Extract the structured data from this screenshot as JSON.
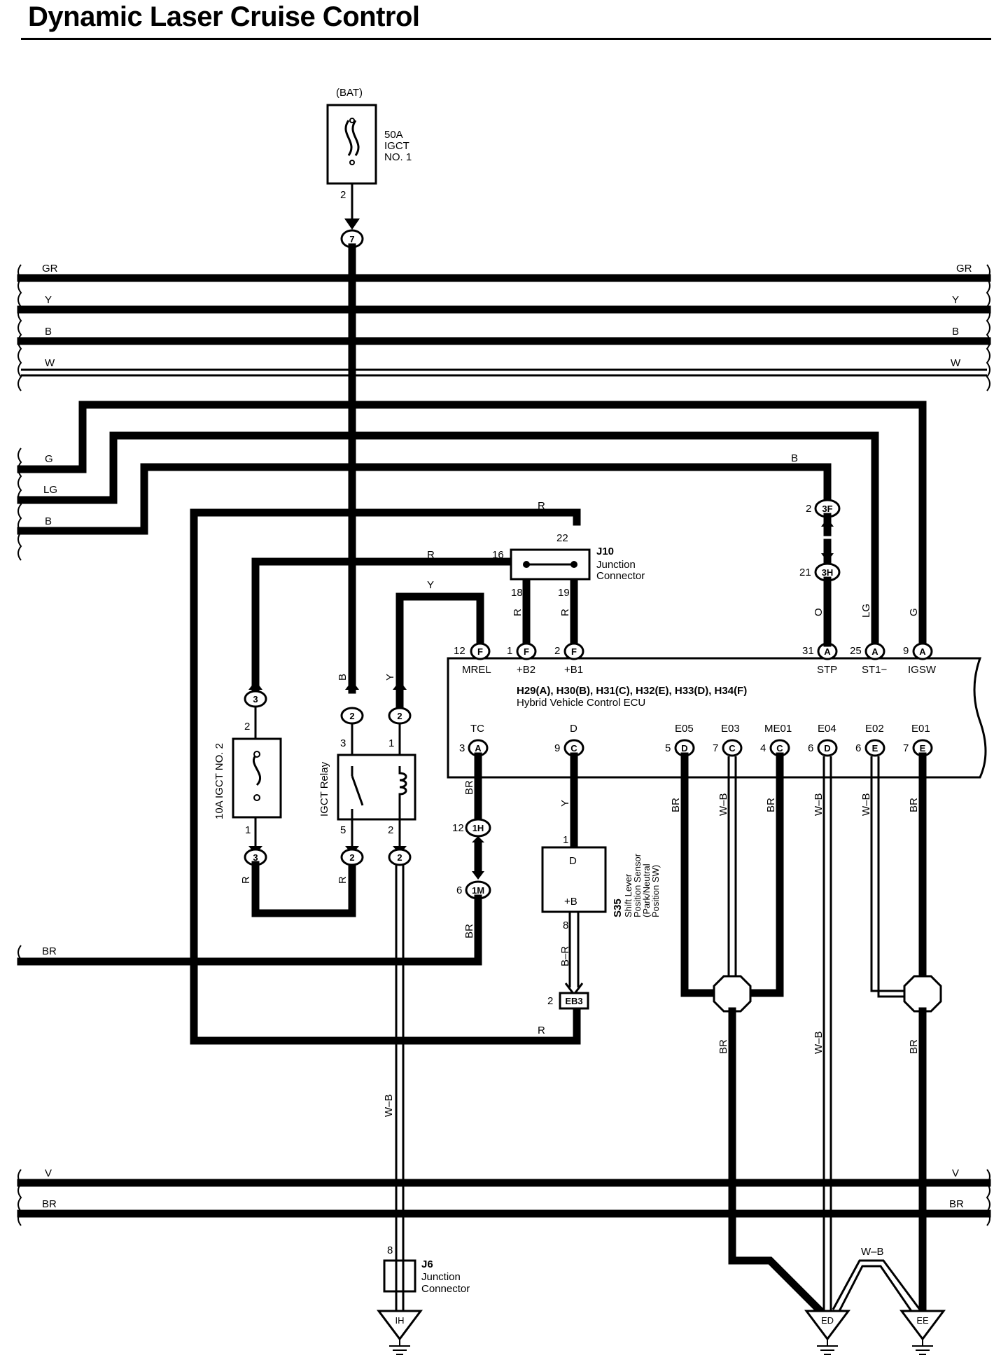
{
  "title": "Dynamic Laser Cruise Control",
  "bat": {
    "source_label": "(BAT)",
    "fuse_rating": "50A",
    "fuse_name": "IGCT",
    "fuse_no": "NO. 1",
    "pin": "2",
    "connector": "7"
  },
  "buses": [
    {
      "color": "GR",
      "style": "solid"
    },
    {
      "color": "Y",
      "style": "solid"
    },
    {
      "color": "B",
      "style": "solid"
    },
    {
      "color": "W",
      "style": "double"
    },
    {
      "color": "V",
      "style": "solid"
    },
    {
      "color": "BR",
      "style": "solid"
    }
  ],
  "left_feeds": [
    {
      "color": "G"
    },
    {
      "color": "LG"
    },
    {
      "color": "B"
    },
    {
      "color": "BR"
    }
  ],
  "junction_j10": {
    "code": "J10",
    "name": "Junction",
    "name2": "Connector",
    "pins": {
      "in_left": "16",
      "in_top": "22",
      "out_left": "18",
      "out_right": "19"
    }
  },
  "ecu": {
    "connectors": "H29(A), H30(B), H31(C), H32(E), H33(D), H34(F)",
    "name": "Hybrid Vehicle Control ECU",
    "top_terminals": [
      {
        "name": "MREL",
        "pin": "12",
        "conn": "F"
      },
      {
        "name": "+B2",
        "pin": "1",
        "conn": "F"
      },
      {
        "name": "+B1",
        "pin": "2",
        "conn": "F"
      },
      {
        "name": "STP",
        "pin": "31",
        "conn": "A"
      },
      {
        "name": "ST1−",
        "pin": "25",
        "conn": "A"
      },
      {
        "name": "IGSW",
        "pin": "9",
        "conn": "A"
      }
    ],
    "bottom_terminals": [
      {
        "name": "TC",
        "pin": "3",
        "conn": "A"
      },
      {
        "name": "D",
        "pin": "9",
        "conn": "C"
      },
      {
        "name": "E05",
        "pin": "5",
        "conn": "D"
      },
      {
        "name": "E03",
        "pin": "7",
        "conn": "C"
      },
      {
        "name": "ME01",
        "pin": "4",
        "conn": "C"
      },
      {
        "name": "E04",
        "pin": "6",
        "conn": "D"
      },
      {
        "name": "E02",
        "pin": "6",
        "conn": "E"
      },
      {
        "name": "E01",
        "pin": "7",
        "conn": "E"
      }
    ]
  },
  "fuse2": {
    "label": "10A IGCT NO. 2",
    "pin_top": "2",
    "pin_bottom": "1",
    "conn": "3"
  },
  "relay": {
    "label": "IGCT Relay",
    "pins": {
      "a": "3",
      "b": "1",
      "c": "5",
      "d": "2"
    },
    "conn": "2"
  },
  "stp_path": {
    "pin_3f": "2",
    "conn_3f": "3F",
    "pin_3h": "21",
    "conn_3h": "3H"
  },
  "tc_path": {
    "pin_1h": "12",
    "conn_1h": "1H",
    "pin_1m": "6",
    "conn_1m": "1M"
  },
  "shift_sensor": {
    "code": "S35",
    "name1": "Shift Lever",
    "name2": "Position Sensor",
    "name3": "(Park/Neutral",
    "name4": "Position SW)",
    "terminal_d": "D",
    "terminal_b": "+B",
    "pin_d": "1",
    "pin_b": "8",
    "eb3_pin": "2",
    "eb3": "EB3"
  },
  "junction_j6": {
    "code": "J6",
    "name": "Junction",
    "name2": "Connector",
    "pin": "8"
  },
  "grounds": [
    {
      "label": "IH"
    },
    {
      "label": "ED"
    },
    {
      "label": "EE"
    }
  ],
  "wire_colors": {
    "r": "R",
    "y": "Y",
    "b": "B",
    "o": "O",
    "lg": "LG",
    "g": "G",
    "br": "BR",
    "wb": "W–B",
    "br_dash": "B–R"
  }
}
